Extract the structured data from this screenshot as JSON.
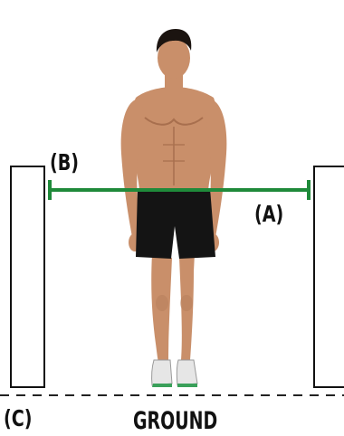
{
  "labels": {
    "a": "(A)",
    "b": "(B)",
    "c": "(C)",
    "ground": "GROUND"
  },
  "colors": {
    "measure_line": "#1f8a3a",
    "outline": "#111111",
    "skin": "#c98f6a",
    "shorts": "#141414",
    "hair": "#1b1410"
  },
  "icons": {
    "figure": "standing-man-figure"
  }
}
